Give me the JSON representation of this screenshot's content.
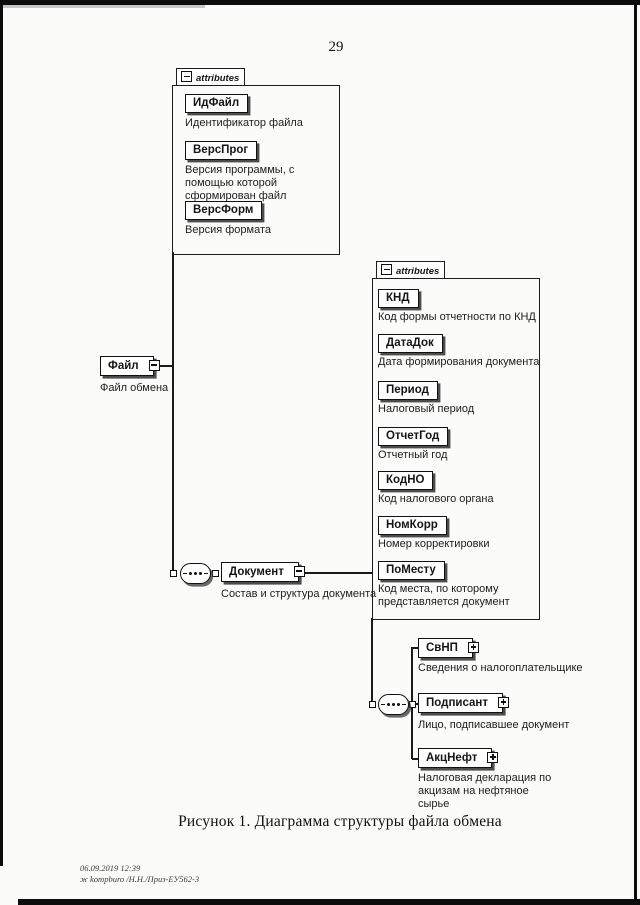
{
  "page": {
    "number": "29",
    "caption": "Рисунок 1. Диаграмма структуры файла обмена",
    "footer_line1": "06.09.2019 12:39",
    "footer_line2": "ж kompburo /Н.Н./Приз-ЕУ562-3"
  },
  "diagram": {
    "file_attributes": {
      "header": "attributes",
      "items": [
        {
          "name": "ИдФайл",
          "desc": "Идентификатор файла"
        },
        {
          "name": "ВерсПрог",
          "desc": "Версия программы, с помощью которой сформирован файл"
        },
        {
          "name": "ВерсФорм",
          "desc": "Версия формата"
        }
      ]
    },
    "root": {
      "name": "Файл",
      "desc": "Файл обмена"
    },
    "document": {
      "name": "Документ",
      "desc": "Состав и структура документа"
    },
    "document_attributes": {
      "header": "attributes",
      "items": [
        {
          "name": "КНД",
          "desc": "Код формы отчетности по КНД"
        },
        {
          "name": "ДатаДок",
          "desc": "Дата формирования документа"
        },
        {
          "name": "Период",
          "desc": "Налоговый период"
        },
        {
          "name": "ОтчетГод",
          "desc": "Отчетный год"
        },
        {
          "name": "КодНО",
          "desc": "Код налогового органа"
        },
        {
          "name": "НомКорр",
          "desc": "Номер корректировки"
        },
        {
          "name": "ПоМесту",
          "desc": "Код места, по которому представляется документ"
        }
      ]
    },
    "children": [
      {
        "name": "СвНП",
        "desc": "Сведения о налогоплательщике"
      },
      {
        "name": "Подписант",
        "desc": "Лицо, подписавшее документ"
      },
      {
        "name": "АкцНефт",
        "desc": "Налоговая декларация по акцизам на нефтяное сырье"
      }
    ]
  }
}
